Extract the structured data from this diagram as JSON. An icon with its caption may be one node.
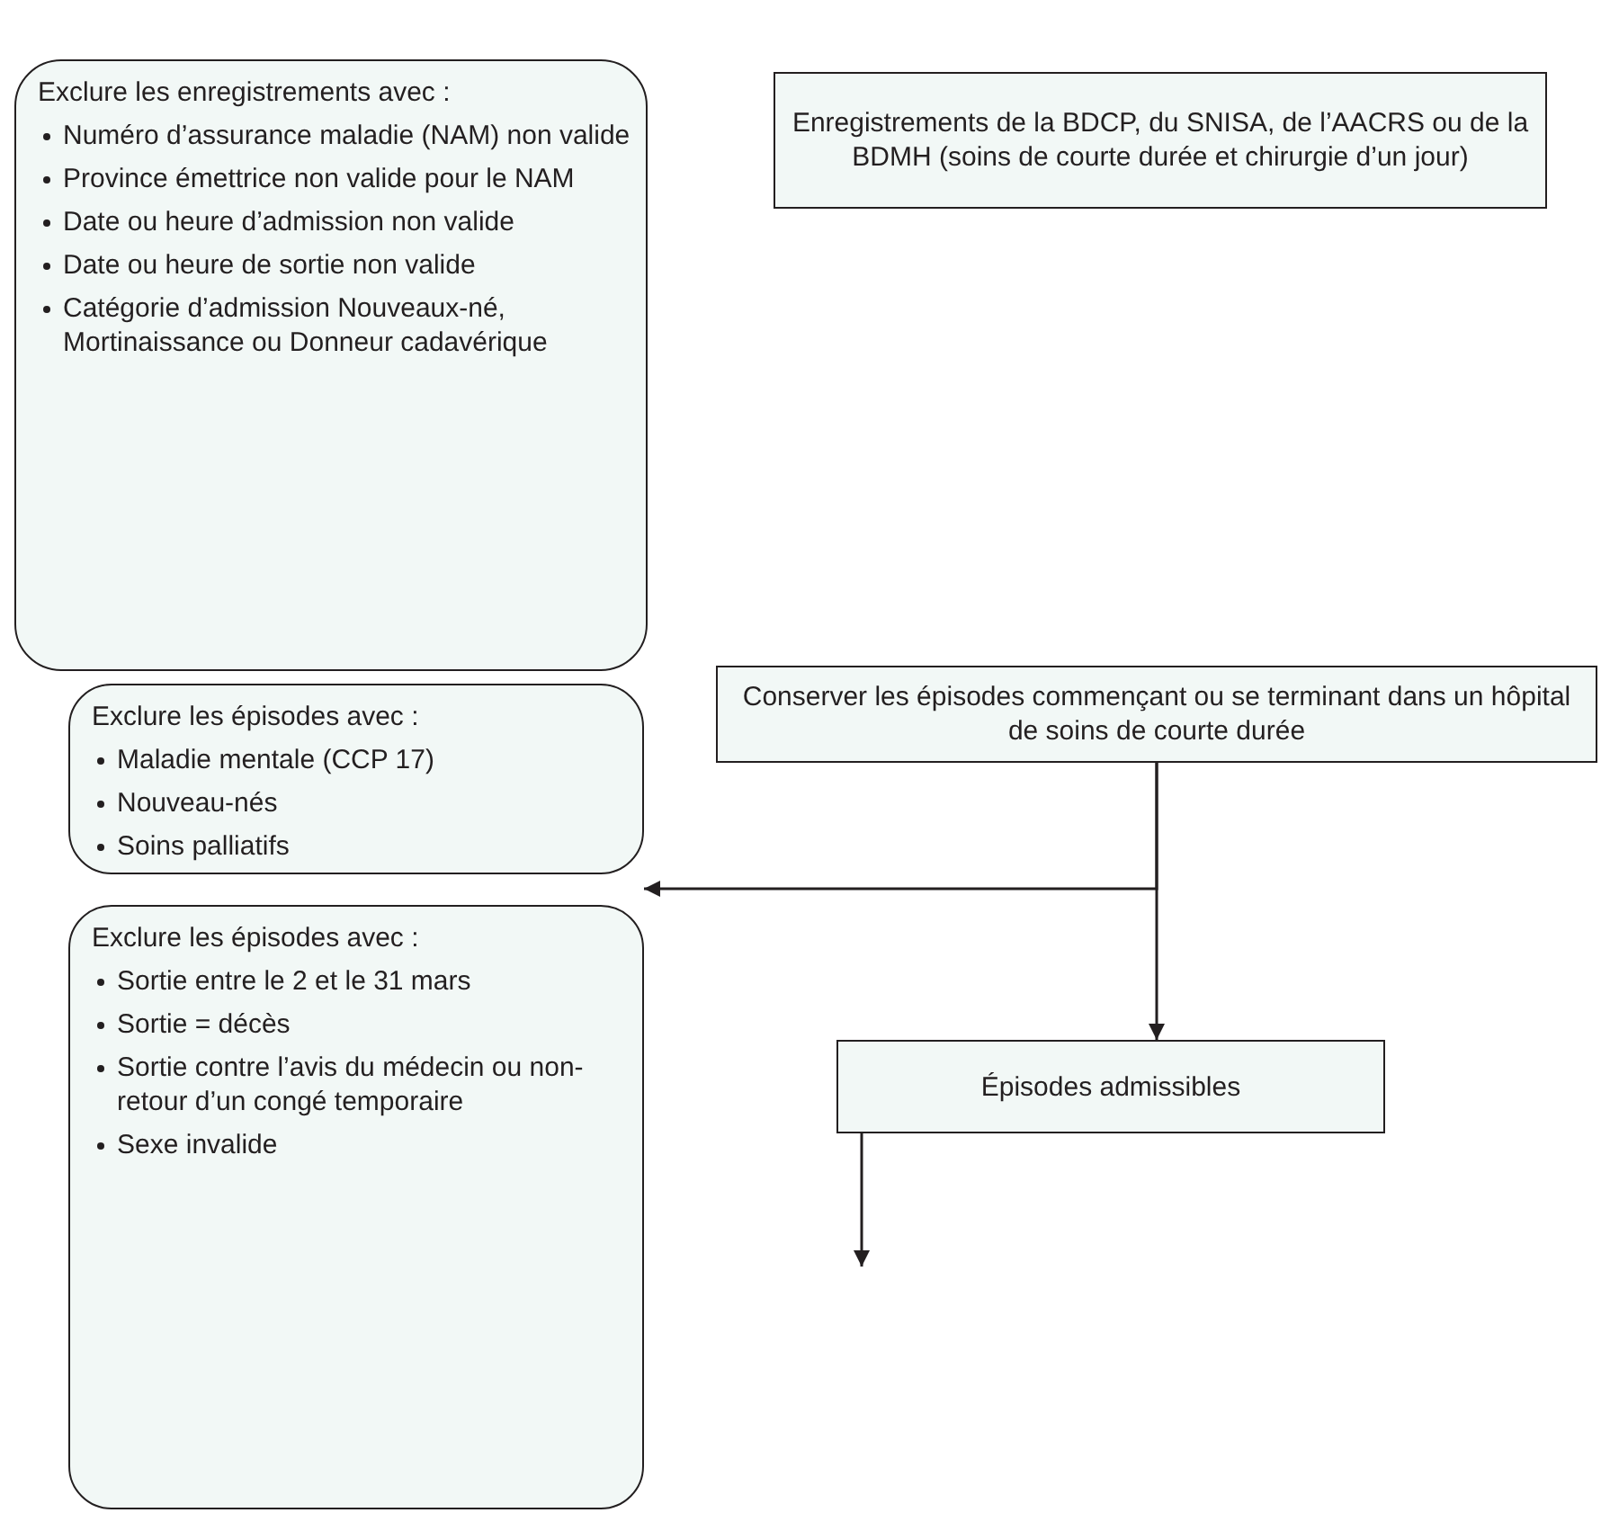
{
  "diagram": {
    "nodes": [
      {
        "text": [
          "Enregistrements de la BDCP, du SNISA, de l’AACRS ou de la BDMH (soins de courte durée et chirurgie d’un jour)"
        ]
      },
      {
        "text": [
          "Exclure les enregistrements avec :",
          "Numéro d’assurance maladie (NAM) non valide",
          "Province émettrice non valide pour le NAM",
          "Date ou heure d’admission non valide",
          "Date ou heure de sortie non valide",
          "Catégorie d’admission Nouveaux-né, Mortinaissance ou Donneur cadavérique"
        ]
      },
      {
        "text": [
          "Conserver les épisodes commençant ou se terminant dans un hôpital de soins de courte durée"
        ]
      },
      {
        "text": [
          "Exclure les épisodes avec :",
          "Maladie mentale (CCP 17)",
          "Nouveau-nés",
          "Soins palliatifs"
        ]
      },
      {
        "text": [
          "Exclure les épisodes avec :",
          "Sortie entre le 2 et le 31 mars",
          "Sortie = décès",
          "Sortie contre l’avis du médecin ou non-retour d’un congé temporaire",
          "Sexe invalide"
        ]
      },
      {
        "text": [
          "Épisodes admissibles"
        ]
      }
    ],
    "edges": [
      {
        "from": 2,
        "to": 3,
        "arrow": "to"
      },
      {
        "from": 2,
        "to": 5,
        "arrow": "to"
      },
      {
        "from": 5,
        "to": null,
        "arrow": "to"
      }
    ]
  }
}
